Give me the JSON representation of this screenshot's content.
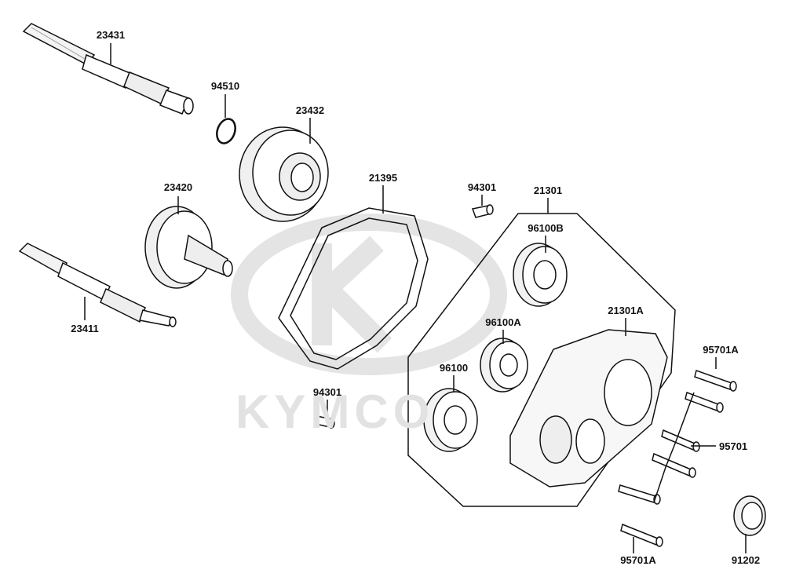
{
  "watermark": {
    "text": "KYMCO",
    "color": "#e0e0e0"
  },
  "part_labels": {
    "p23431": "23431",
    "p94510": "94510",
    "p23432": "23432",
    "p23420": "23420",
    "p21395": "21395",
    "p94301_top": "94301",
    "p21301": "21301",
    "p96100B": "96100B",
    "p23411": "23411",
    "p21301A": "21301A",
    "p96100A": "96100A",
    "p96100": "96100",
    "p95701A_top": "95701A",
    "p94301_bottom": "94301",
    "p95701": "95701",
    "p95701A_bottom": "95701A",
    "p91202": "91202"
  },
  "colors": {
    "line": "#111111",
    "watermark": "#e0e0e0"
  }
}
